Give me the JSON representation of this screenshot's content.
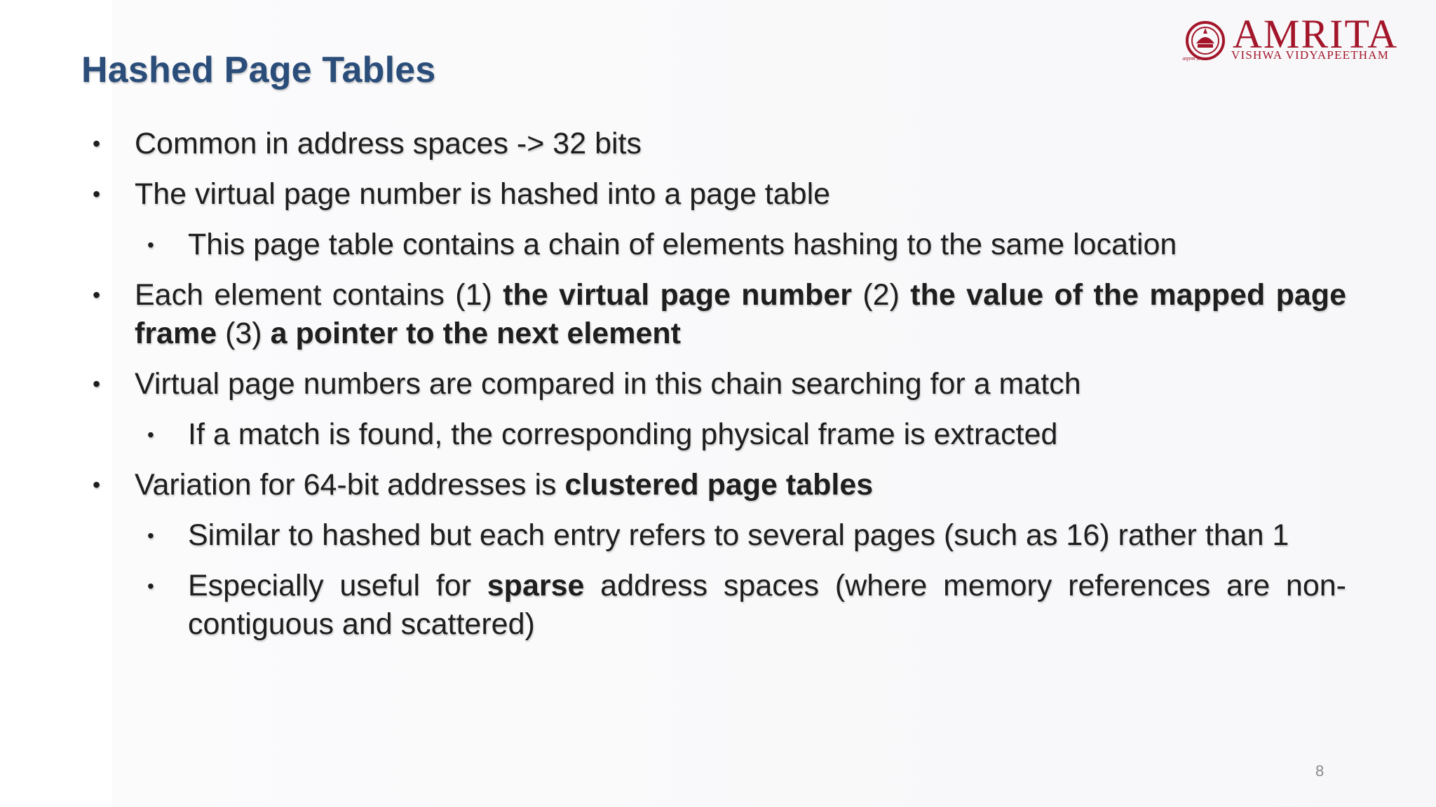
{
  "slide": {
    "title": "Hashed Page Tables",
    "page_number": "8"
  },
  "logo": {
    "name": "AMRITA",
    "subtitle": "VISHWA VIDYAPEETHAM",
    "tagline": "अमृतमय ज्ञान",
    "color": "#a3162a"
  },
  "bullets": [
    {
      "level": 1,
      "segments": [
        {
          "text": "Common in address spaces -> 32 bits",
          "bold": false
        }
      ]
    },
    {
      "level": 1,
      "segments": [
        {
          "text": "The virtual page number is hashed into a page table",
          "bold": false
        }
      ]
    },
    {
      "level": 2,
      "segments": [
        {
          "text": "This page table contains a chain of elements hashing to the same location",
          "bold": false
        }
      ]
    },
    {
      "level": 1,
      "segments": [
        {
          "text": "Each element contains (1) ",
          "bold": false
        },
        {
          "text": "the virtual page number",
          "bold": true
        },
        {
          "text": " (2) ",
          "bold": false
        },
        {
          "text": "the value of the mapped page frame",
          "bold": true
        },
        {
          "text": " (3) ",
          "bold": false
        },
        {
          "text": "a pointer to the next element",
          "bold": true
        }
      ]
    },
    {
      "level": 1,
      "segments": [
        {
          "text": "Virtual page numbers are compared in this chain searching for a match",
          "bold": false
        }
      ]
    },
    {
      "level": 2,
      "segments": [
        {
          "text": "If a match is found, the corresponding physical frame is extracted",
          "bold": false
        }
      ]
    },
    {
      "level": 1,
      "segments": [
        {
          "text": "Variation for 64-bit addresses is ",
          "bold": false
        },
        {
          "text": "clustered page tables",
          "bold": true
        }
      ]
    },
    {
      "level": 2,
      "segments": [
        {
          "text": "Similar to hashed but each entry refers to several pages (such as 16) rather than 1",
          "bold": false
        }
      ]
    },
    {
      "level": 2,
      "segments": [
        {
          "text": "Especially useful for ",
          "bold": false
        },
        {
          "text": "sparse",
          "bold": true
        },
        {
          "text": " address spaces (where memory references are non-contiguous and scattered)",
          "bold": false
        }
      ]
    }
  ],
  "bullet_glyph": "•"
}
